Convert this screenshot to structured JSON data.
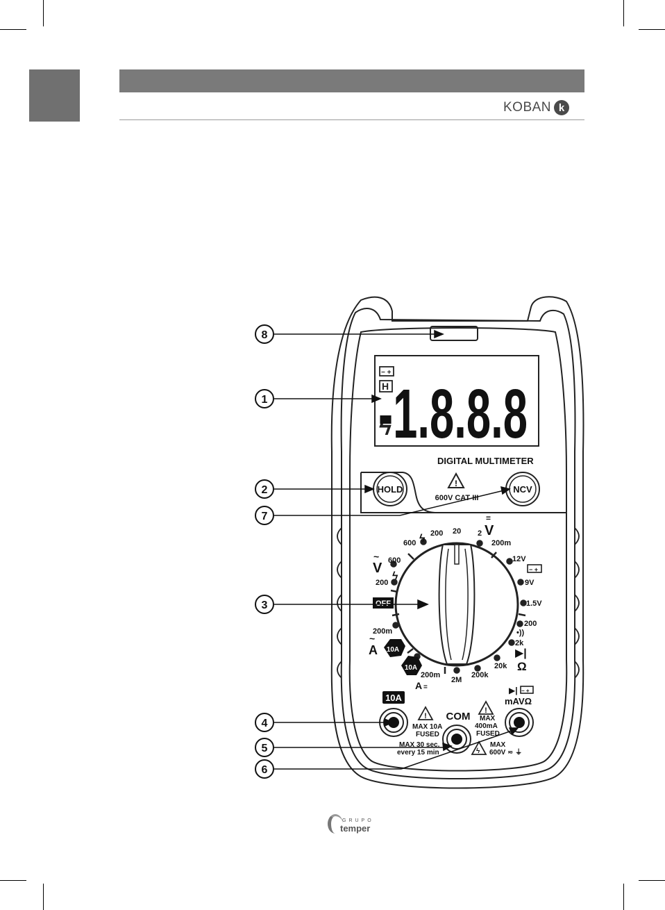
{
  "brand": {
    "name": "KOBAN",
    "mark": "k"
  },
  "footer": {
    "group": "GRUPO",
    "name": "temper"
  },
  "display": {
    "digits": "-1.8.8.8",
    "battery_icon": "battery-icon",
    "hold_indicator": "H",
    "hv_icon": "lightning-icon"
  },
  "panel_title": "DIGITAL MULTIMETER",
  "buttons": {
    "hold": "HOLD",
    "ncv": "NCV"
  },
  "safety": {
    "cat": "600V CAT III"
  },
  "dial": {
    "off": "OFF",
    "labels": [
      {
        "id": "acv-200",
        "text": "200"
      },
      {
        "id": "acv-600a",
        "text": "600"
      },
      {
        "id": "acv-600b",
        "text": "600"
      },
      {
        "id": "acv-200b",
        "text": "200"
      },
      {
        "id": "dcv-20",
        "text": "20"
      },
      {
        "id": "dcv-2",
        "text": "2"
      },
      {
        "id": "dcv-200m",
        "text": "200m"
      },
      {
        "id": "bat-12v",
        "text": "12V"
      },
      {
        "id": "bat-9v",
        "text": "9V"
      },
      {
        "id": "bat-15v",
        "text": "1.5V"
      },
      {
        "id": "ohm-200",
        "text": "200"
      },
      {
        "id": "ohm-2k",
        "text": "2k"
      },
      {
        "id": "ohm-20k",
        "text": "20k"
      },
      {
        "id": "ohm-200k",
        "text": "200k"
      },
      {
        "id": "ohm-2m",
        "text": "2M"
      },
      {
        "id": "dca-200m",
        "text": "200m"
      },
      {
        "id": "aca-200m",
        "text": "200m"
      },
      {
        "id": "aca-10a",
        "text": "10A"
      },
      {
        "id": "dca-10a",
        "text": "10A"
      }
    ],
    "sym_acv": "V",
    "sym_dcv": "V",
    "sym_aca": "A",
    "sym_dca": "A",
    "sym_ohm": "Ω"
  },
  "jacks": {
    "a10_label": "10A",
    "a10_warn1": "MAX 10A",
    "a10_warn2": "FUSED",
    "a10_time1": "MAX 30 sec.",
    "a10_time2": "every 15 min",
    "com_label": "COM",
    "mavo_label": "mAVΩ",
    "mavo_warn1": "MAX",
    "mavo_warn2": "400mA",
    "mavo_warn3": "FUSED",
    "max_v1": "MAX",
    "max_v2": "600V"
  },
  "callouts": [
    "8",
    "1",
    "2",
    "7",
    "3",
    "4",
    "5",
    "6"
  ]
}
